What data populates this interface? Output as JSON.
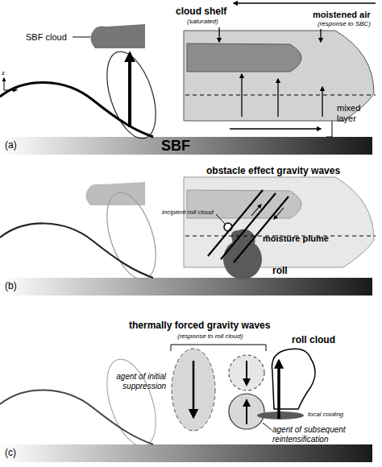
{
  "diagram": {
    "nodes": [
      {
        "text": [
          "SBF cloud"
        ]
      },
      {
        "text": [
          "moistened air",
          "(response to SBC)"
        ]
      },
      {
        "text": [
          "cloud shelf",
          "(saturated)"
        ],
        "in": 1
      },
      {
        "text": [
          "incipient roll cloud"
        ]
      },
      {
        "text": [
          "moisture plume"
        ]
      },
      {
        "text": [
          "roll"
        ]
      },
      {
        "text": [
          "agent of initial suppression"
        ]
      },
      {
        "text": [
          "roll cloud"
        ]
      },
      {
        "text": [
          "local cooling"
        ]
      },
      {
        "text": [
          "agent of subsequent reintensification"
        ]
      }
    ],
    "labels": [
      "(a)",
      "SBF",
      "mixed layer",
      "z",
      "x",
      "(b)",
      "obstacle effect gravity waves",
      "(c)",
      "thermally forced gravity waves",
      "(response to roll cloud)"
    ]
  }
}
